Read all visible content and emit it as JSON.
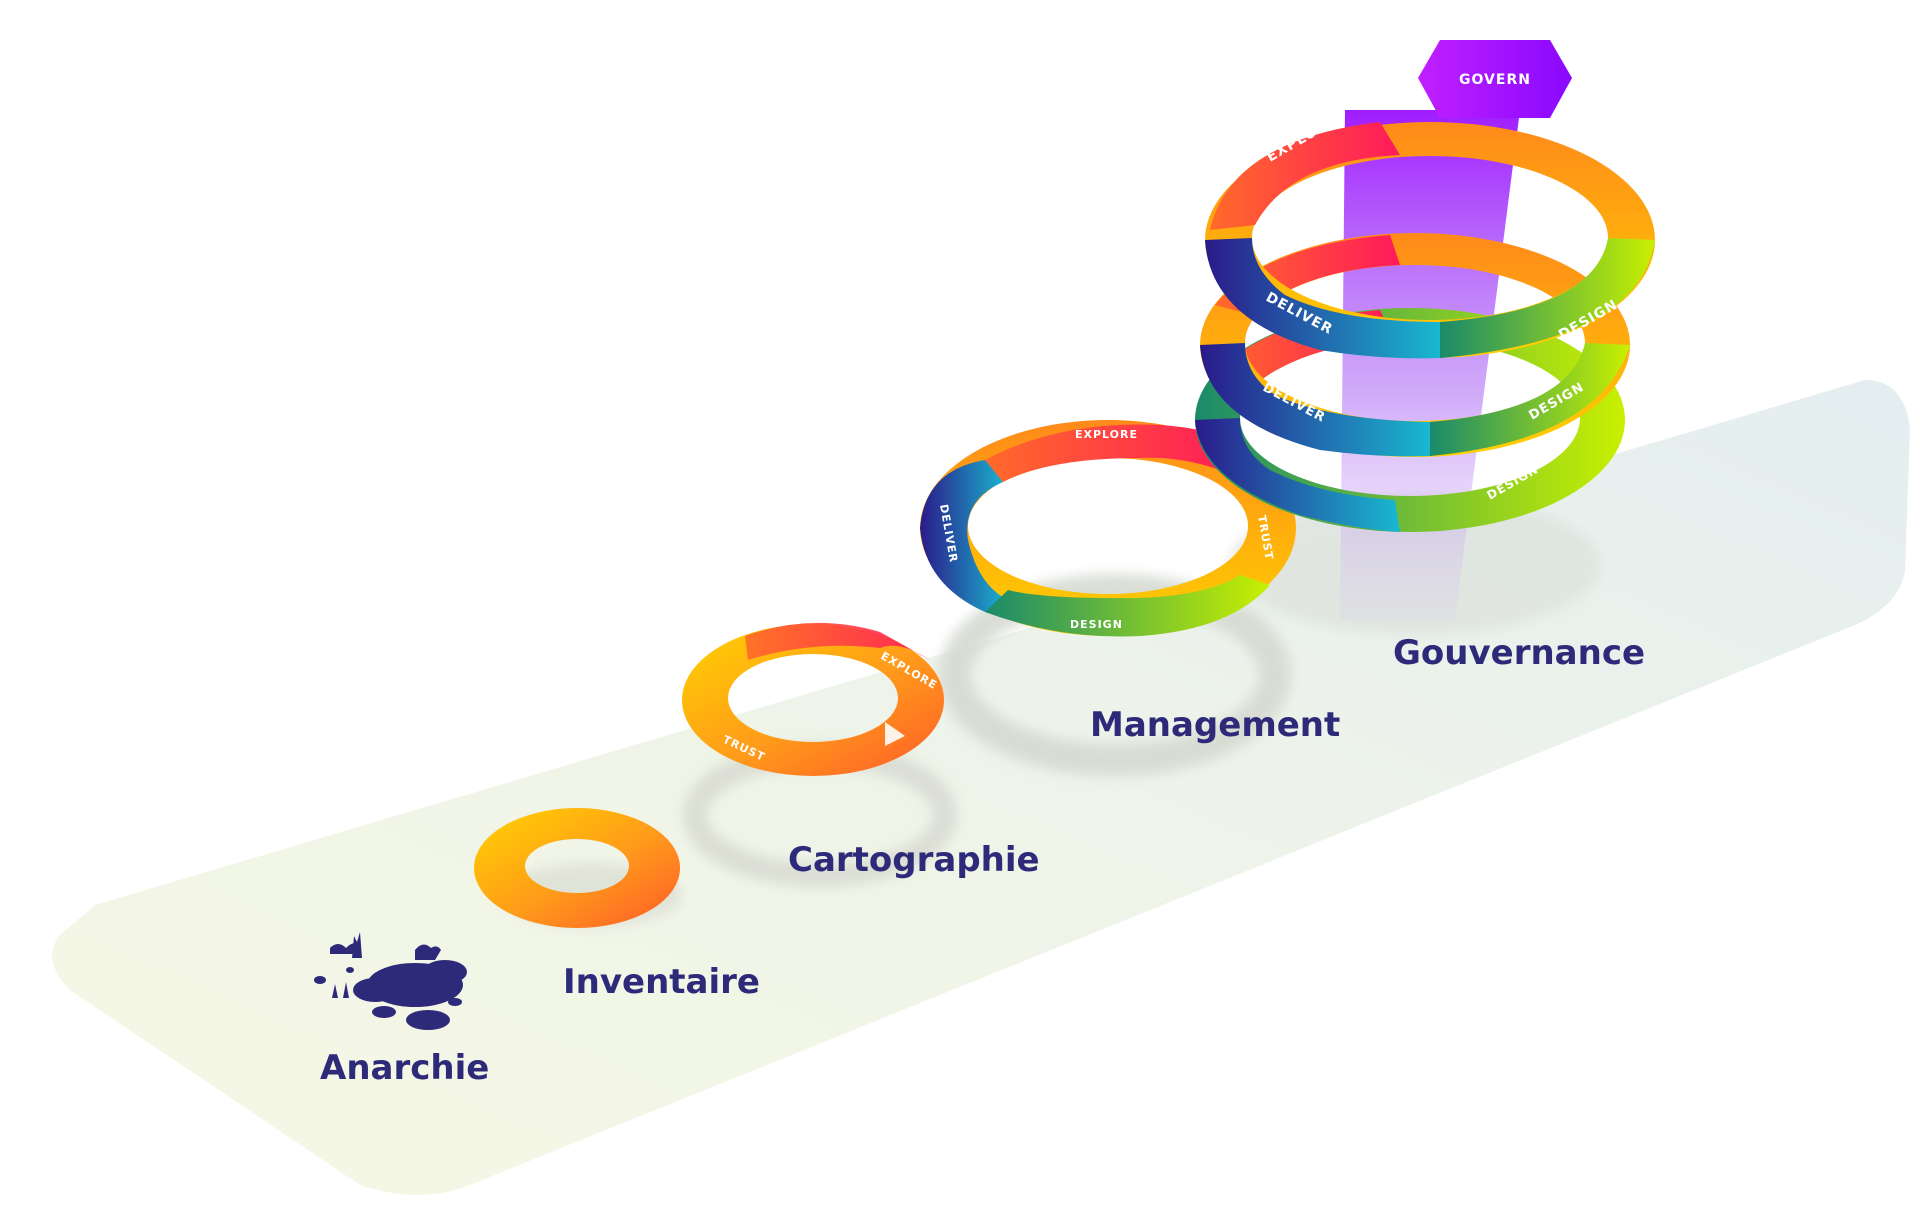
{
  "stages": {
    "anarchie": "Anarchie",
    "inventaire": "Inventaire",
    "cartographie": "Cartographie",
    "management": "Management",
    "gouvernance": "Gouvernance"
  },
  "ring": {
    "explore": "EXPLORE",
    "trust": "TRUST",
    "design": "DESIGN",
    "deliver": "DELIVER",
    "govern": "GOVERN"
  },
  "colors": {
    "label": "#2e2a7a",
    "explore": "#ff2a5a",
    "trust": "#ffb000",
    "design": "#2aa05a",
    "deliver": "#2a2a9a",
    "govern": "#9a1cff",
    "platform": "#eef3df"
  }
}
